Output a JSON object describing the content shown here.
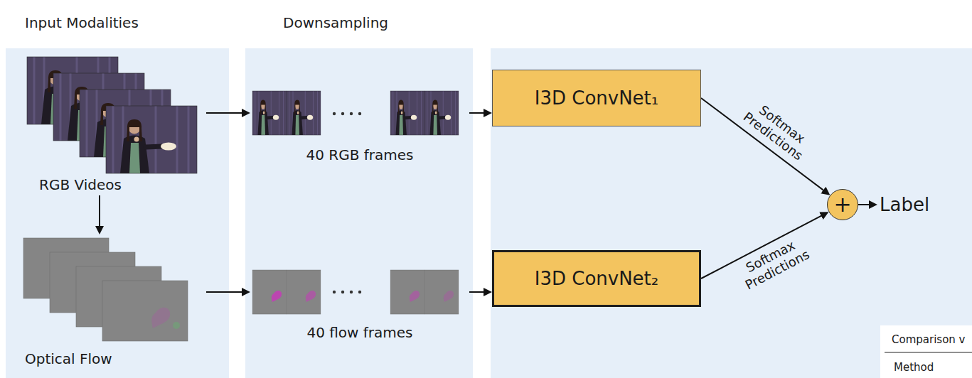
{
  "diagram": {
    "nodes": [
      {
        "text": [
          "Input Modalities"
        ]
      },
      {
        "text": [
          "RGB Videos"
        ],
        "in": 0
      },
      {
        "text": [
          "Optical Flow"
        ],
        "in": 0
      },
      {
        "text": [
          "Downsampling"
        ]
      },
      {
        "text": [
          "40 RGB frames"
        ],
        "in": 3
      },
      {
        "text": [
          "40 flow frames"
        ],
        "in": 3
      },
      {
        "text": [
          "I3D ConvNet₁"
        ]
      },
      {
        "text": [
          "I3D ConvNet₂"
        ]
      },
      {
        "text": [
          "+"
        ]
      }
    ],
    "edges": [
      {
        "from": 1,
        "to": 2,
        "arrow": "to"
      },
      {
        "from": 1,
        "to": 4,
        "arrow": "to"
      },
      {
        "from": 2,
        "to": 5,
        "arrow": "to"
      },
      {
        "from": 4,
        "to": 6,
        "arrow": "to"
      },
      {
        "from": 5,
        "to": 7,
        "arrow": "to"
      },
      {
        "from": 6,
        "to": 8,
        "label": "Softmax Predictions",
        "arrow": "to"
      },
      {
        "from": 7,
        "to": 8,
        "label": "Softmax Predictions",
        "arrow": "to"
      }
    ],
    "labels": [
      "Label",
      "Comparison v",
      "Method"
    ]
  }
}
